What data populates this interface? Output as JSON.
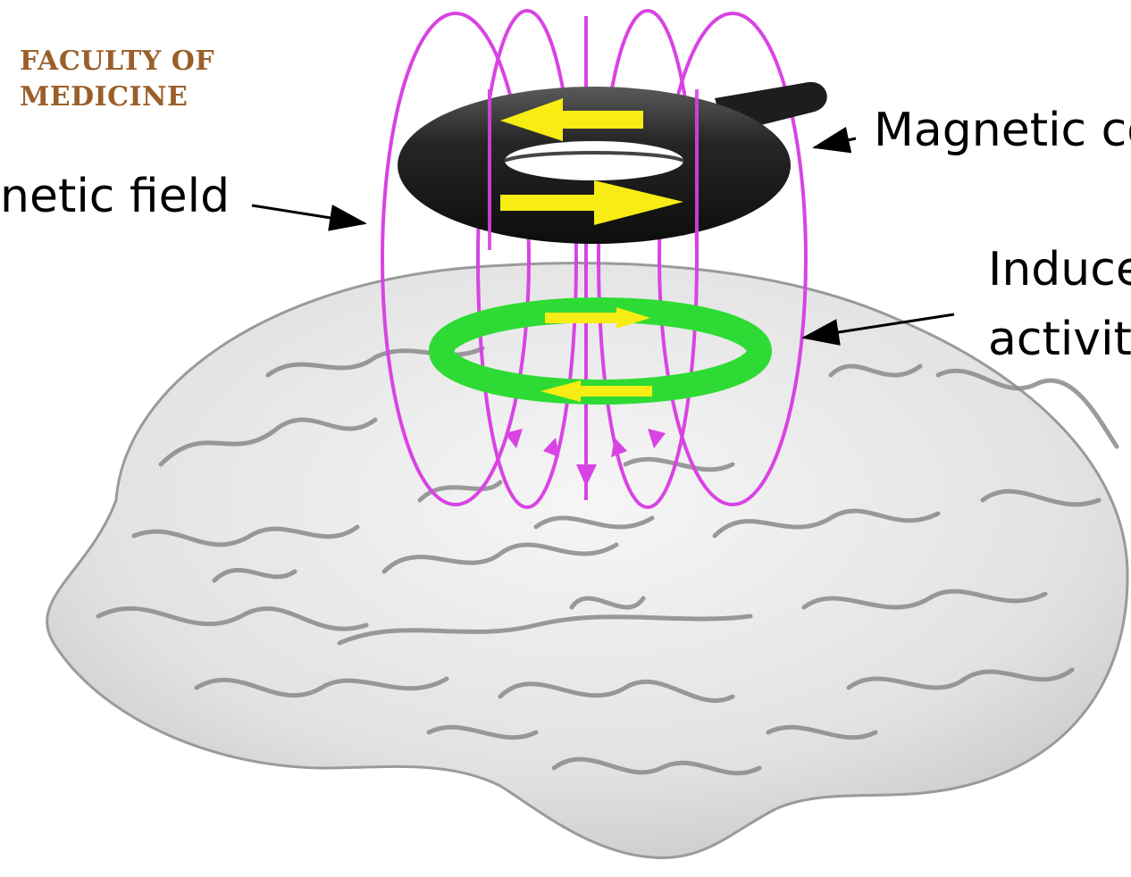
{
  "logo": {
    "line1": "FACULTY OF",
    "line2": "MEDICINE",
    "color": "#9a5f29"
  },
  "labels": {
    "magnetic_field": "netic field",
    "magnetic_coil": "Magnetic co",
    "induced_line1": "Induce",
    "induced_line2": "activit"
  },
  "colors": {
    "field_lines": "#d943e3",
    "coil": "#1e1e1e",
    "coil_arrows": "#f7ec13",
    "induced_ring": "#2edb34",
    "brain_fill": "#e4e4e4",
    "brain_sulci": "#8a8a8a"
  },
  "icons": [
    "coil-arrow-icon",
    "induced-current-arrow-icon",
    "pointer-arrow-icon"
  ]
}
